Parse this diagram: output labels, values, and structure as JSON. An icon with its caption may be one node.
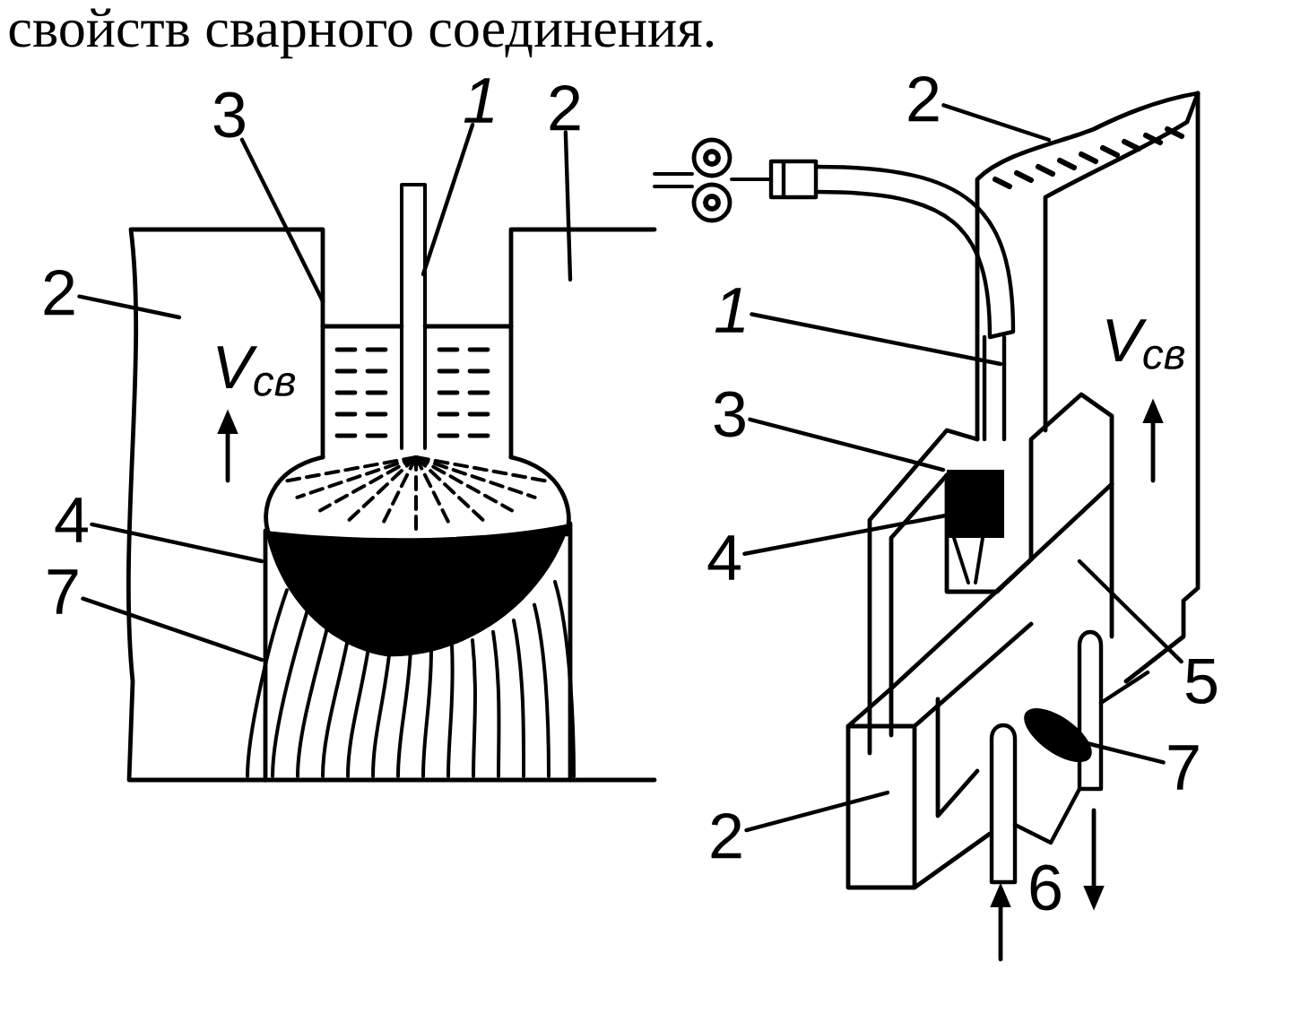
{
  "diagram": {
    "nodes": [
      {
        "text": [
          "3"
        ]
      },
      {
        "text": [
          "1"
        ]
      },
      {
        "text": [
          "2"
        ]
      },
      {
        "text": [
          "2"
        ]
      },
      {
        "text": [
          "4"
        ]
      },
      {
        "text": [
          "7"
        ]
      },
      {
        "text": [
          "2"
        ]
      },
      {
        "text": [
          "1"
        ]
      },
      {
        "text": [
          "3"
        ]
      },
      {
        "text": [
          "4"
        ]
      },
      {
        "text": [
          "5"
        ]
      },
      {
        "text": [
          "7"
        ]
      },
      {
        "text": [
          "2"
        ]
      }
    ],
    "edges": [
      {
        "from": 0,
        "to": null,
        "arrow": "none"
      },
      {
        "from": 1,
        "to": null,
        "arrow": "none"
      },
      {
        "from": 2,
        "to": null,
        "arrow": "none"
      },
      {
        "from": 3,
        "to": null,
        "arrow": "none"
      },
      {
        "from": 4,
        "to": null,
        "arrow": "none"
      },
      {
        "from": 5,
        "to": null,
        "arrow": "none"
      },
      {
        "from": 6,
        "to": null,
        "arrow": "none"
      },
      {
        "from": 7,
        "to": null,
        "arrow": "none"
      },
      {
        "from": 8,
        "to": null,
        "arrow": "none"
      },
      {
        "from": 9,
        "to": null,
        "arrow": "none"
      },
      {
        "from": 10,
        "to": null,
        "arrow": "none"
      },
      {
        "from": 11,
        "to": null,
        "arrow": "none"
      },
      {
        "from": 12,
        "to": null,
        "arrow": "none"
      }
    ],
    "labels": [
      "свойств сварного соединения.",
      "V$_{св}$",
      "V$_{св}$",
      "6"
    ]
  }
}
